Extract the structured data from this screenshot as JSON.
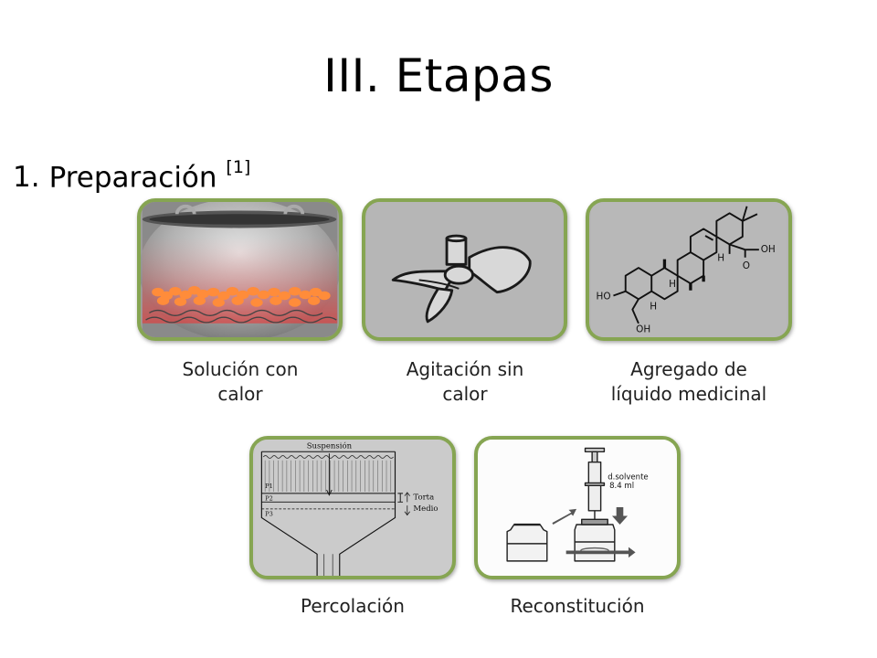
{
  "slide": {
    "title": "III. Etapas",
    "section_number": "1.",
    "section_title": "Preparación",
    "reference": "[1]"
  },
  "steps": [
    {
      "caption_line1": "Solución con",
      "caption_line2": "calor"
    },
    {
      "caption_line1": "Agitación sin",
      "caption_line2": "calor"
    },
    {
      "caption_line1": "Agregado de",
      "caption_line2": "líquido medicinal"
    },
    {
      "caption_line1": "Percolación"
    },
    {
      "caption_line1": "Reconstitución"
    }
  ],
  "molecule_labels": {
    "h": "H",
    "oh": "OH",
    "o": "O",
    "ho": "HO"
  },
  "percolation_labels": {
    "suspension": "Suspensión",
    "p1": "P1",
    "p2": "P2",
    "p3": "P3",
    "cake": "Torta",
    "medium": "Medio"
  },
  "reconstitution_labels": {
    "solvent": "d.solvente",
    "volume": "8.4 ml"
  },
  "colors": {
    "frame": "#86a552",
    "card_bg": "#b4b4b4",
    "ember": "#ff8c3a"
  }
}
